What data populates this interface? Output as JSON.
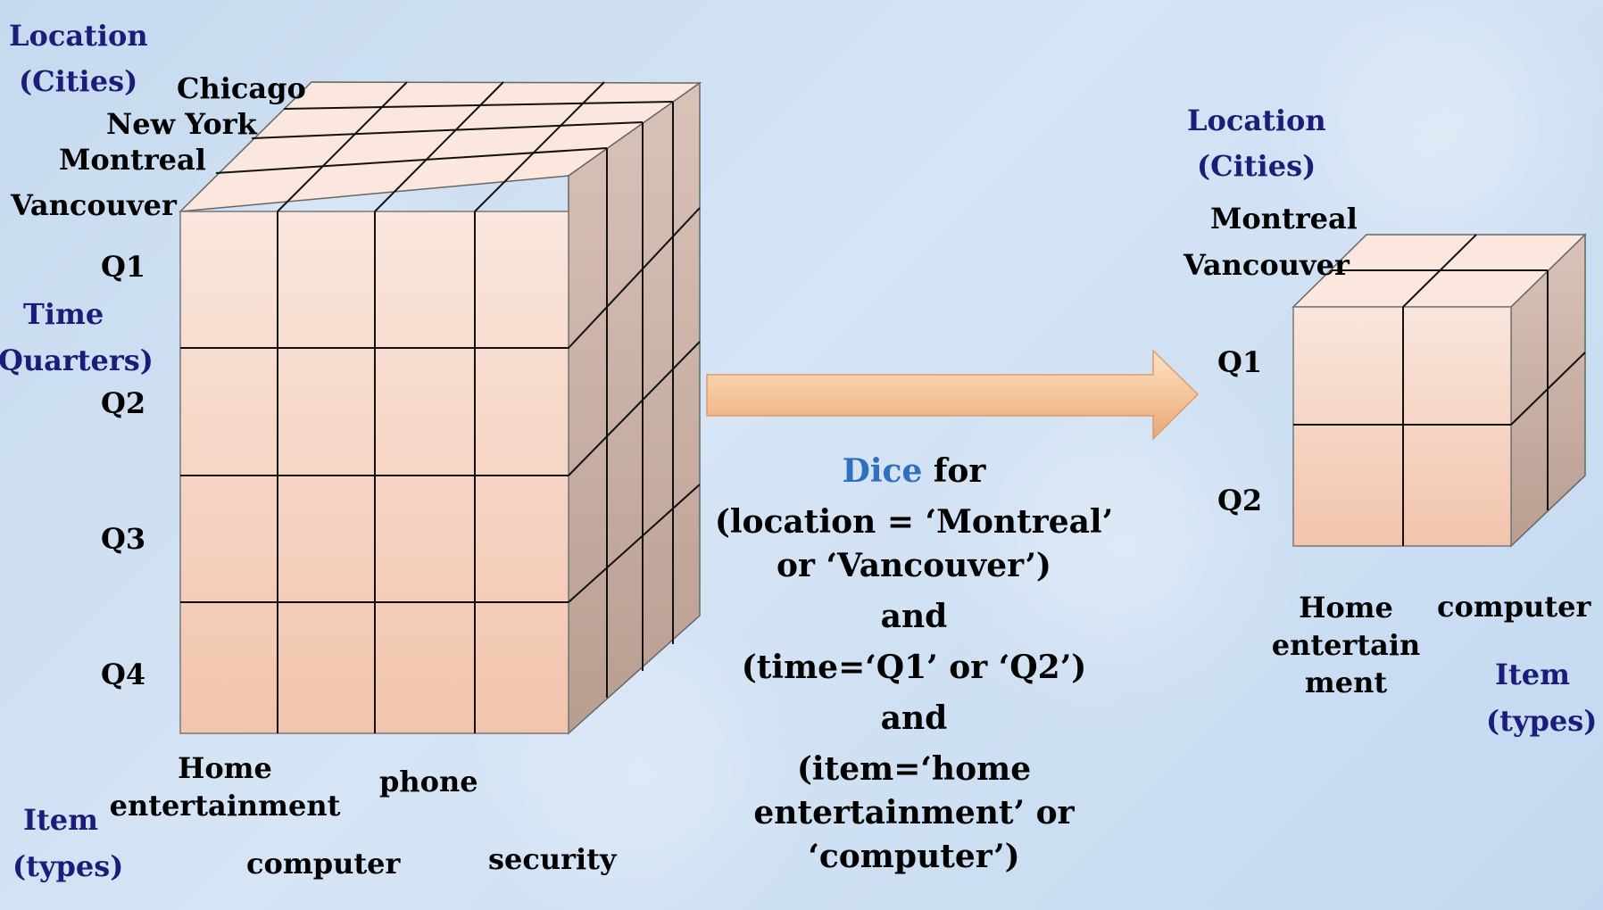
{
  "big_cube": {
    "location_axis_label": [
      "Location",
      "(Cities)"
    ],
    "cities": [
      "Chicago",
      "New York",
      "Montreal",
      "Vancouver"
    ],
    "time_axis_label": [
      "Time",
      "Quarters)"
    ],
    "quarters": [
      "Q1",
      "Q2",
      "Q3",
      "Q4"
    ],
    "item_axis_label": [
      "Item",
      "(types)"
    ],
    "items": [
      "Home entertainment",
      "computer",
      "phone",
      "security"
    ],
    "item_home_lines": [
      "Home",
      "entertainment"
    ]
  },
  "dice_text": {
    "keyword": "Dice",
    "line1_rest": " for",
    "line2": "(location = ‘Montreal’",
    "line3": "or ‘Vancouver’)",
    "line4": "and",
    "line5": "(time=‘Q1’ or ‘Q2’)",
    "line6": "and",
    "line7": "(item=‘home",
    "line8": "entertainment’ or",
    "line9": "‘computer’)"
  },
  "small_cube": {
    "location_axis_label": [
      "Location",
      "(Cities)"
    ],
    "cities": [
      "Montreal",
      "Vancouver"
    ],
    "quarters": [
      "Q1",
      "Q2"
    ],
    "items": [
      "Home entertain ment",
      "computer"
    ],
    "item_home_lines": [
      "Home",
      "entertain",
      "ment"
    ],
    "item_axis_label": [
      "Item",
      "(types)"
    ]
  },
  "colors": {
    "front_top": "#f9e6dc",
    "front_bottom": "#f2c4ad",
    "side_top": "#d9c3b9",
    "side_bottom": "#b99d91",
    "top_face": "#fbe7de",
    "axis_label": "#1c1c7a",
    "dice_keyword": "#2f6fc0",
    "arrow_light": "#fbd8b7",
    "arrow_dark": "#e7a877"
  }
}
